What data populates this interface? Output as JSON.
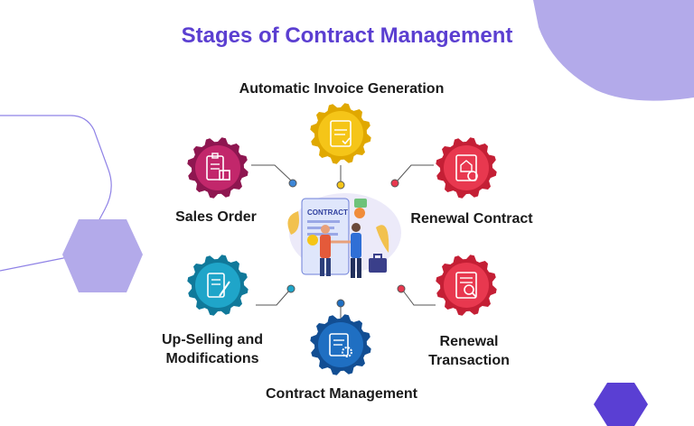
{
  "title": "Stages of Contract Management",
  "stages": [
    {
      "id": "invoice",
      "label": "Automatic Invoice Generation",
      "icon": "invoice-icon",
      "color": "#f5c518",
      "dark": "#e0a800"
    },
    {
      "id": "renewal-contract",
      "label": "Renewal Contract",
      "icon": "renewal-document-icon",
      "color": "#e8384f",
      "dark": "#c41f35"
    },
    {
      "id": "renewal-transaction",
      "label": "Renewal Transaction",
      "icon": "transaction-document-icon",
      "color": "#e8384f",
      "dark": "#c41f35"
    },
    {
      "id": "contract-management",
      "label": "Contract Management",
      "icon": "contract-settings-icon",
      "color": "#1f6fc2",
      "dark": "#124e93"
    },
    {
      "id": "upselling",
      "label": "Up-Selling and Modifications",
      "icon": "document-pen-icon",
      "color": "#1fa5c9",
      "dark": "#10799a"
    },
    {
      "id": "sales-order",
      "label": "Sales Order",
      "icon": "clipboard-box-icon",
      "color": "#c2276b",
      "dark": "#8e1650"
    }
  ],
  "center": {
    "icon": "contract-handshake-illustration",
    "document_text": "CONTRACT"
  },
  "colors": {
    "title": "#5b3fd1",
    "blob": "#b3aaea",
    "hex_dark": "#5a3fd3",
    "connector": "#555555"
  }
}
